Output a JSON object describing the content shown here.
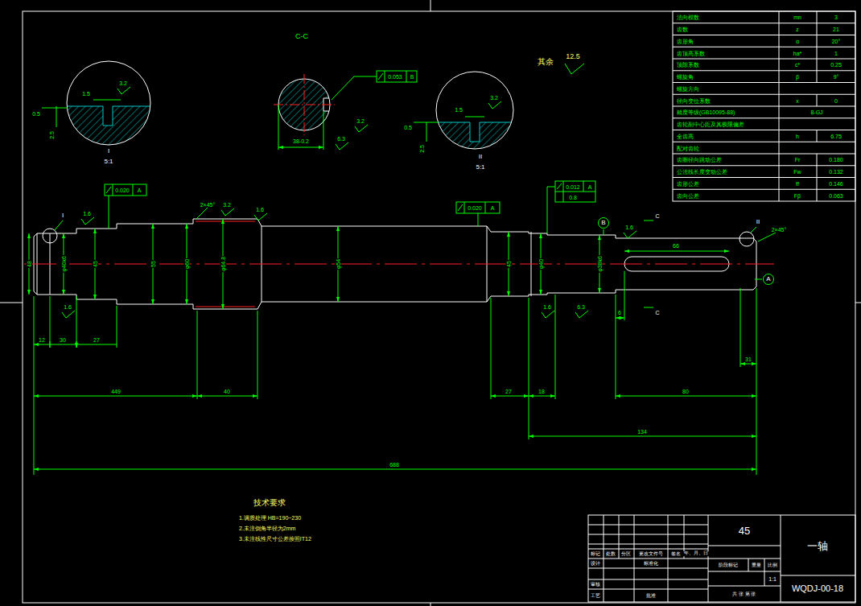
{
  "diagram": {
    "nodes": [
      {
        "text": [
          "B"
        ]
      },
      {
        "text": [
          "A"
        ]
      }
    ],
    "labels": [
      "C-C",
      "0.053",
      "B",
      "38-0.2",
      "6.3",
      "3.2",
      "1.5",
      "3.2",
      "0.5",
      "2.5",
      "I",
      "5:1",
      "1.5",
      "3.2",
      "0.5",
      "2.5",
      "II",
      "5:1",
      "其余",
      "12.5",
      "法向模数",
      "mn",
      "3",
      "齿数",
      "z",
      "21",
      "齿形角",
      "α",
      "20°",
      "齿顶高系数",
      "ha*",
      "1",
      "顶隙系数",
      "c*",
      "0.25",
      "螺旋角",
      "β",
      "9°",
      "螺旋方向",
      "径向变位系数",
      "x",
      "0",
      "精度等级(GB10095-88)",
      "8-GJ",
      "齿轮副中心距及其极限偏差",
      "全齿高",
      "h",
      "6.75",
      "配对齿轮",
      "齿圈径向跳动公差",
      "Fr",
      "0.180",
      "公法线长度变动公差",
      "Fw",
      "0.132",
      "齿形公差",
      "ff",
      "0.146",
      "齿向公差",
      "Fβ",
      "0.063",
      "I",
      "0.020",
      "A",
      "1.6",
      "2×45°",
      "3.2",
      "1.6",
      "0.020",
      "A",
      "0.012",
      "A",
      "0.8",
      "1.6",
      "C",
      "2×45°",
      "II",
      "66",
      "48",
      "φ40k6",
      "45",
      "55",
      "φ60",
      "φ64.8",
      "φ54",
      "45",
      "φ40",
      "φ38k6",
      "1.6",
      "1.6",
      "6.3",
      "6",
      "C",
      "12",
      "30",
      "27",
      "31",
      "449",
      "40",
      "27",
      "18",
      "80",
      "134",
      "688",
      "技术要求",
      "1.调质处理 HB=190~230",
      "2.未注倒角半径为2mm",
      "3.未注线性尺寸公差按照IT12",
      "45",
      "一轴",
      "标记",
      "处数",
      "分区",
      "更改文件号",
      "签名",
      "年、月、日",
      "设计",
      "标准化",
      "阶段标记",
      "重量",
      "比例",
      "1:1",
      "审核",
      "工艺",
      "批准",
      "共 张 第 张",
      "WQDJ-00-18"
    ]
  }
}
